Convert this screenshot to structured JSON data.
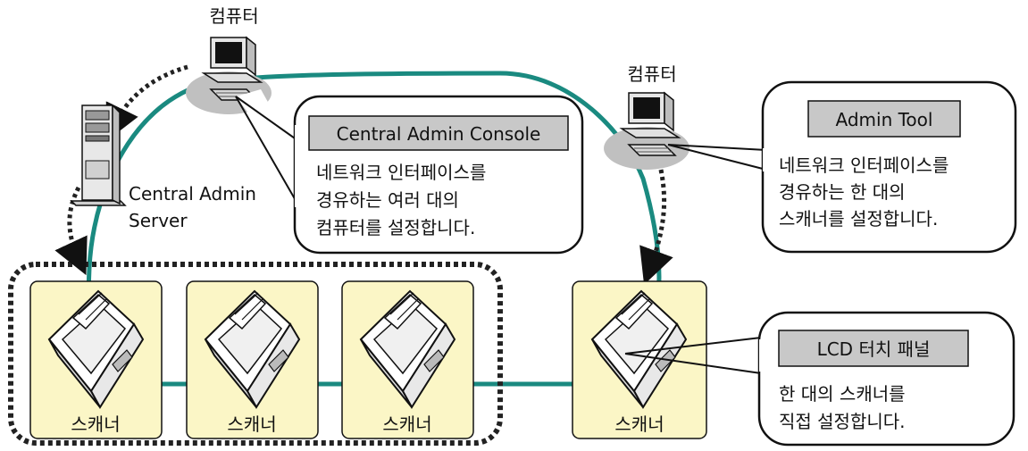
{
  "computer_top": {
    "label": "컴퓨터"
  },
  "computer_right": {
    "label": "컴퓨터"
  },
  "server": {
    "line1": "Central Admin",
    "line2": "Server"
  },
  "central_console": {
    "title": "Central Admin Console",
    "lines": [
      "네트워크 인터페이스를",
      "경유하는 여러 대의",
      "컴퓨터를 설정합니다."
    ]
  },
  "admin_tool": {
    "title": "Admin Tool",
    "lines": [
      "네트워크 인터페이스를",
      "경유하는 한 대의",
      "스캐너를 설정합니다."
    ]
  },
  "lcd_panel": {
    "title": "LCD 터치 패널",
    "lines": [
      "한 대의 스캐너를",
      "직접 설정합니다."
    ]
  },
  "scanners": [
    {
      "label": "스캐너"
    },
    {
      "label": "스캐너"
    },
    {
      "label": "스캐너"
    },
    {
      "label": "스캐너"
    }
  ],
  "colors": {
    "network_line": "#1a8a80",
    "scanner_fill": "#fbf6c6",
    "title_box_fill": "#c8c8c8"
  }
}
